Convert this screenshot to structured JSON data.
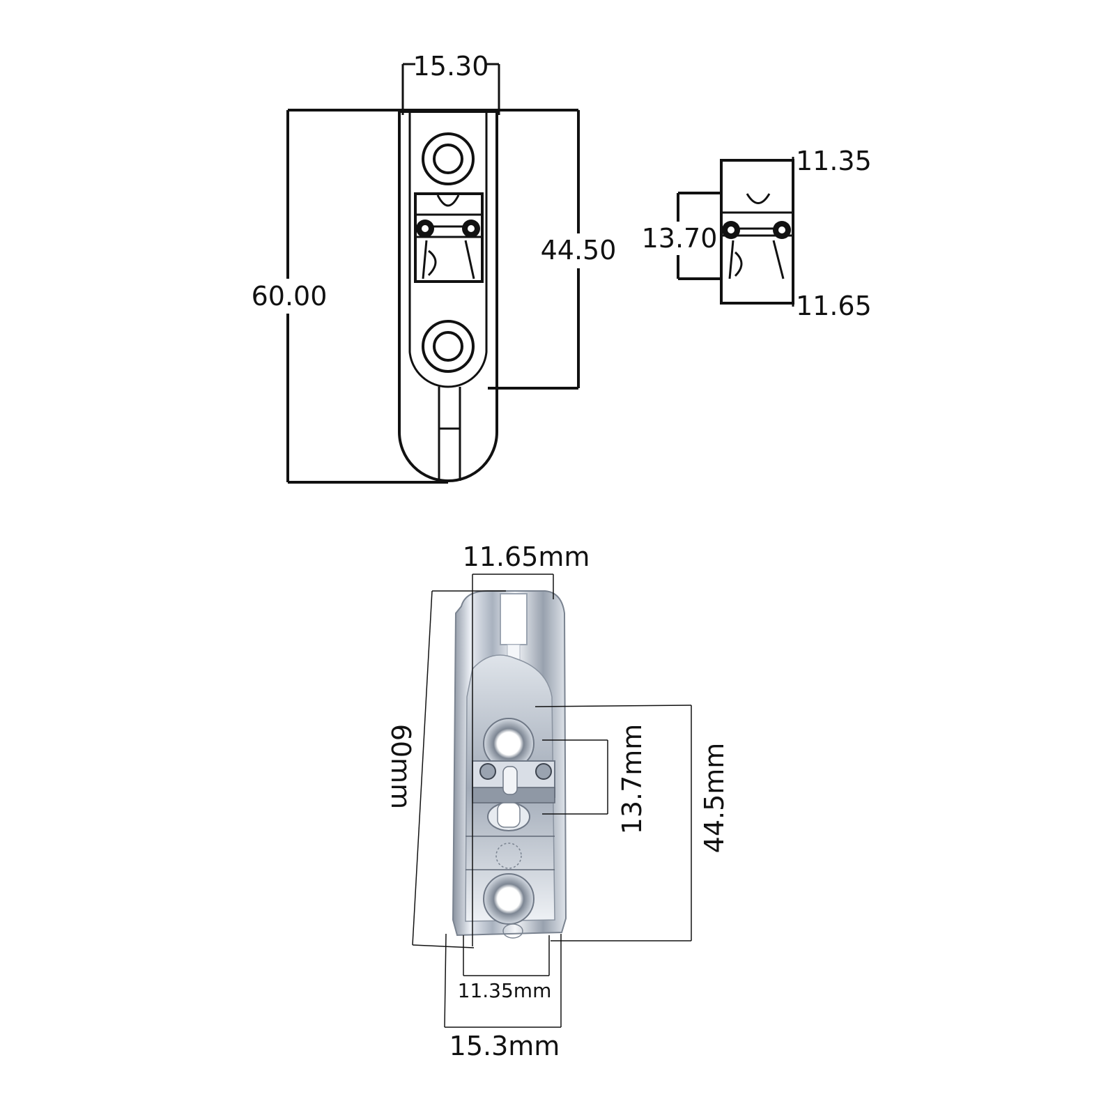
{
  "drawing": {
    "front_view": {
      "width_label": "15.30",
      "length_label": "60.00",
      "hole_spacing_label": "44.50"
    },
    "side_view": {
      "top_label": "11.35",
      "height_label": "13.70",
      "bottom_label": "11.65"
    }
  },
  "photo": {
    "top_width_label": "11.65mm",
    "length_label": "60mm",
    "height_label": "13.7mm",
    "hole_spacing_label": "44.5mm",
    "inner_width_label": "11.35mm",
    "width_label": "15.3mm"
  },
  "colors": {
    "line": "#111111",
    "metal_light": "#e8ecf2",
    "metal_mid": "#b9c2cf",
    "metal_dark": "#6f7886"
  }
}
